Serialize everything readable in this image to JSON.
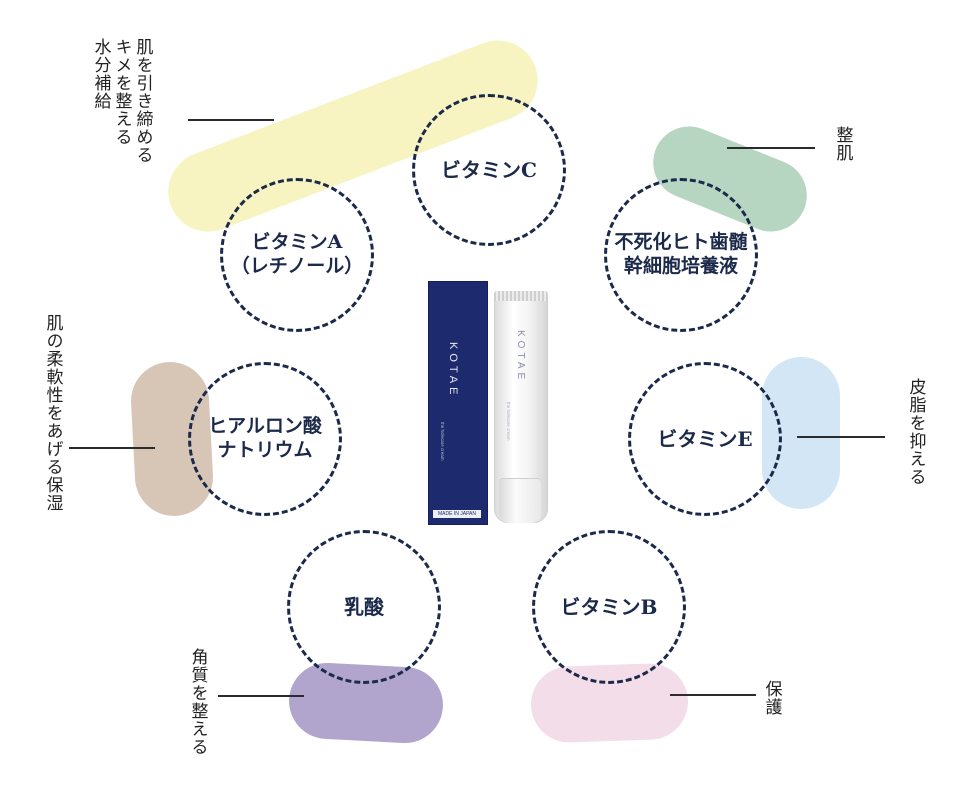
{
  "colors": {
    "yellow": "#f7f4c2",
    "green": "#b6d6c1",
    "tan": "#d7c6b6",
    "blue": "#d3e6f6",
    "purple": "#b2a5cd",
    "pink": "#f3dde8",
    "circle_border": "#1b2a4a"
  },
  "ingredients": {
    "vit_c": "ビタミンC",
    "vit_a": "ビタミンA\n（レチノール）",
    "stem": "不死化ヒト歯髄\n幹細胞培養液",
    "hyaluronic": "ヒアルロン酸\nナトリウム",
    "vit_e": "ビタミンE",
    "lactic": "乳酸",
    "vit_b": "ビタミンB"
  },
  "benefits": {
    "yellow_col1": "肌を引き締める",
    "yellow_col2": "キメを整える",
    "yellow_col3": "水分補給",
    "green": "整肌",
    "tan": "肌の柔軟性をあげる保湿",
    "blue": "皮脂を抑える",
    "purple": "角質を整える",
    "pink": "保護"
  },
  "product": {
    "brand": "KOTAE",
    "subtitle": "the holecare cream",
    "made_in": "MADE IN JAPAN"
  }
}
